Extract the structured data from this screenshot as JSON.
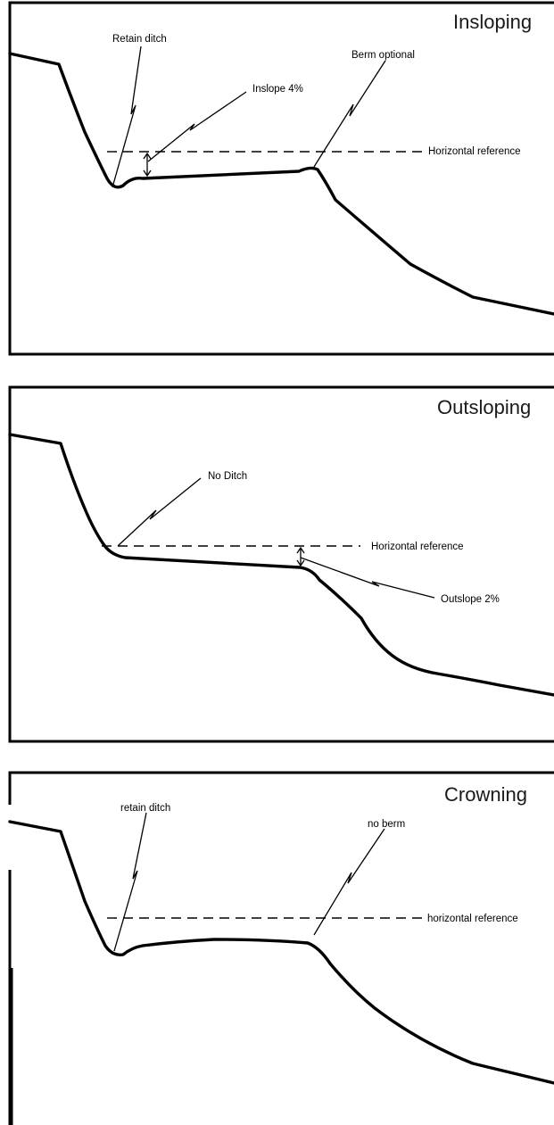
{
  "panels": [
    {
      "title": "Insloping",
      "labels": {
        "ditch": "Retain ditch",
        "slope": "Inslope 4%",
        "berm": "Berm optional",
        "reference": "Horizontal reference"
      }
    },
    {
      "title": "Outsloping",
      "labels": {
        "ditch": "No Ditch",
        "reference": "Horizontal reference",
        "slope": "Outslope 2%"
      }
    },
    {
      "title": "Crowning",
      "labels": {
        "ditch": "retain ditch",
        "berm": "no berm",
        "reference": "horizontal reference"
      }
    }
  ]
}
